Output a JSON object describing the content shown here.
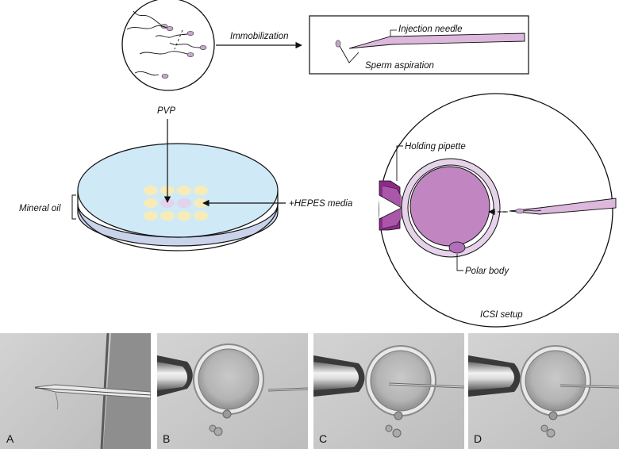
{
  "diagram": {
    "labels": {
      "immobilization": "Immobilization",
      "injection_needle": "Injection needle",
      "sperm_aspiration": "Sperm aspiration",
      "pvp": "PVP",
      "mineral_oil": "Mineral oil",
      "hepes_media": "+HEPES media",
      "holding_pipette": "Holding pipette",
      "polar_body": "Polar body",
      "icsi_setup": "ICSI setup"
    },
    "colors": {
      "media_blue": "#cfe9f7",
      "dish_side": "#c9d3ea",
      "droplet": "#f7ebb8",
      "oocyte": "#c186c2",
      "zona": "#e6d3ea",
      "pipette": "#8c2a8a",
      "sperm_head": "#c9a6cf",
      "needle": "#dcb8dd"
    }
  },
  "photos": {
    "panels": [
      {
        "letter": "A",
        "scene": "needle"
      },
      {
        "letter": "B",
        "scene": "approach"
      },
      {
        "letter": "C",
        "scene": "inject"
      },
      {
        "letter": "D",
        "scene": "withdraw"
      }
    ]
  }
}
